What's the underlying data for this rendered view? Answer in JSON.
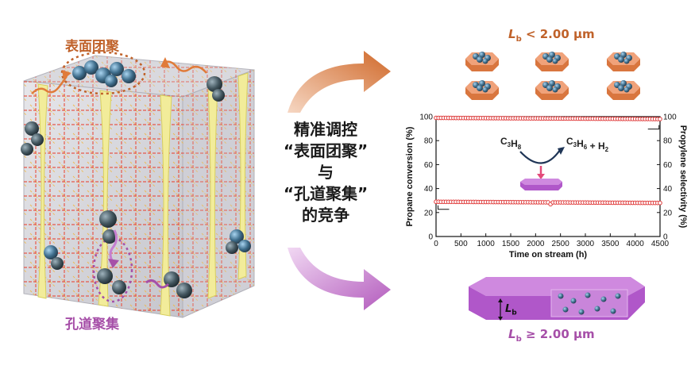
{
  "labels": {
    "surface_agg": "表面团聚",
    "pore_agg": "孔道聚集",
    "center_lines": [
      "精准调控",
      "“表面团聚”",
      "与",
      "“孔道聚集”",
      "的竞争"
    ],
    "lb_top": {
      "L": "L",
      "sub": "b",
      "rest": " < 2.00 μm"
    },
    "lb_bottom": {
      "L": "L",
      "sub": "b",
      "rest": " ≥ 2.00 μm"
    },
    "lb_in_slab": {
      "L": "L",
      "sub": "b"
    }
  },
  "colors": {
    "orange": "#c0622a",
    "purple": "#a64fa8",
    "conversion_series": "#e03c3c",
    "selectivity_series": "#e03c3c",
    "slab_purple": "#b85fd0",
    "crystal_orange": "#e8895a"
  },
  "chart_data": {
    "type": "scatter",
    "xlabel": "Time on stream (h)",
    "ylabel_left": "Propane conversion (%)",
    "ylabel_right": "Propylene selectivity (%)",
    "xlim": [
      0,
      4500
    ],
    "ylim_left": [
      0,
      100
    ],
    "ylim_right": [
      0,
      100
    ],
    "xticks": [
      0,
      500,
      1000,
      1500,
      2000,
      2500,
      3000,
      3500,
      4000,
      4500
    ],
    "yticks": [
      0,
      20,
      40,
      60,
      80,
      100
    ],
    "series": [
      {
        "axis": "left",
        "values_start": 29,
        "values_end": 28,
        "dip_at": [
          2300,
          27
        ]
      },
      {
        "axis": "right",
        "values_start": 99,
        "values_end": 98,
        "dip_at": [
          2400,
          98.5
        ]
      }
    ],
    "reaction": {
      "reactant": "C3H8",
      "products": "C3H6 + H2"
    }
  }
}
